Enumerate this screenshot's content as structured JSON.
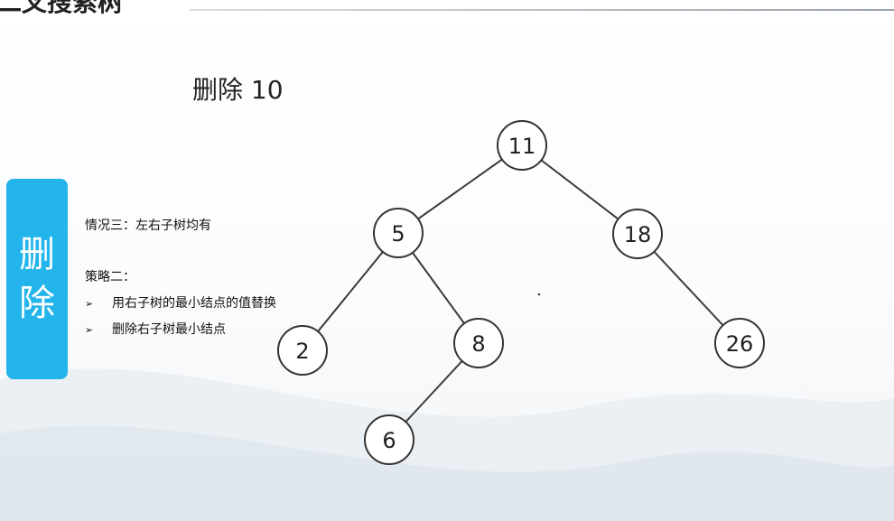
{
  "header": {
    "title": "二叉搜索树"
  },
  "slide_title": "删除 10",
  "side_tab": {
    "chars": [
      "删",
      "除"
    ],
    "color": "#22b4ea"
  },
  "content": {
    "case": "情况三：左右子树均有",
    "strategy": "策略二：",
    "bullets": [
      "用右子树的最小结点的值替换",
      "删除右子树最小结点"
    ],
    "bullet_marker": "➢"
  },
  "tree": {
    "nodes": [
      {
        "id": "n11",
        "label": "11"
      },
      {
        "id": "n5",
        "label": "5"
      },
      {
        "id": "n18",
        "label": "18"
      },
      {
        "id": "n2",
        "label": "2"
      },
      {
        "id": "n8",
        "label": "8"
      },
      {
        "id": "n26",
        "label": "26"
      },
      {
        "id": "n6",
        "label": "6"
      }
    ],
    "edges": [
      [
        "n11",
        "n5"
      ],
      [
        "n11",
        "n18"
      ],
      [
        "n5",
        "n2"
      ],
      [
        "n5",
        "n8"
      ],
      [
        "n18",
        "n26"
      ],
      [
        "n8",
        "n6"
      ]
    ]
  }
}
